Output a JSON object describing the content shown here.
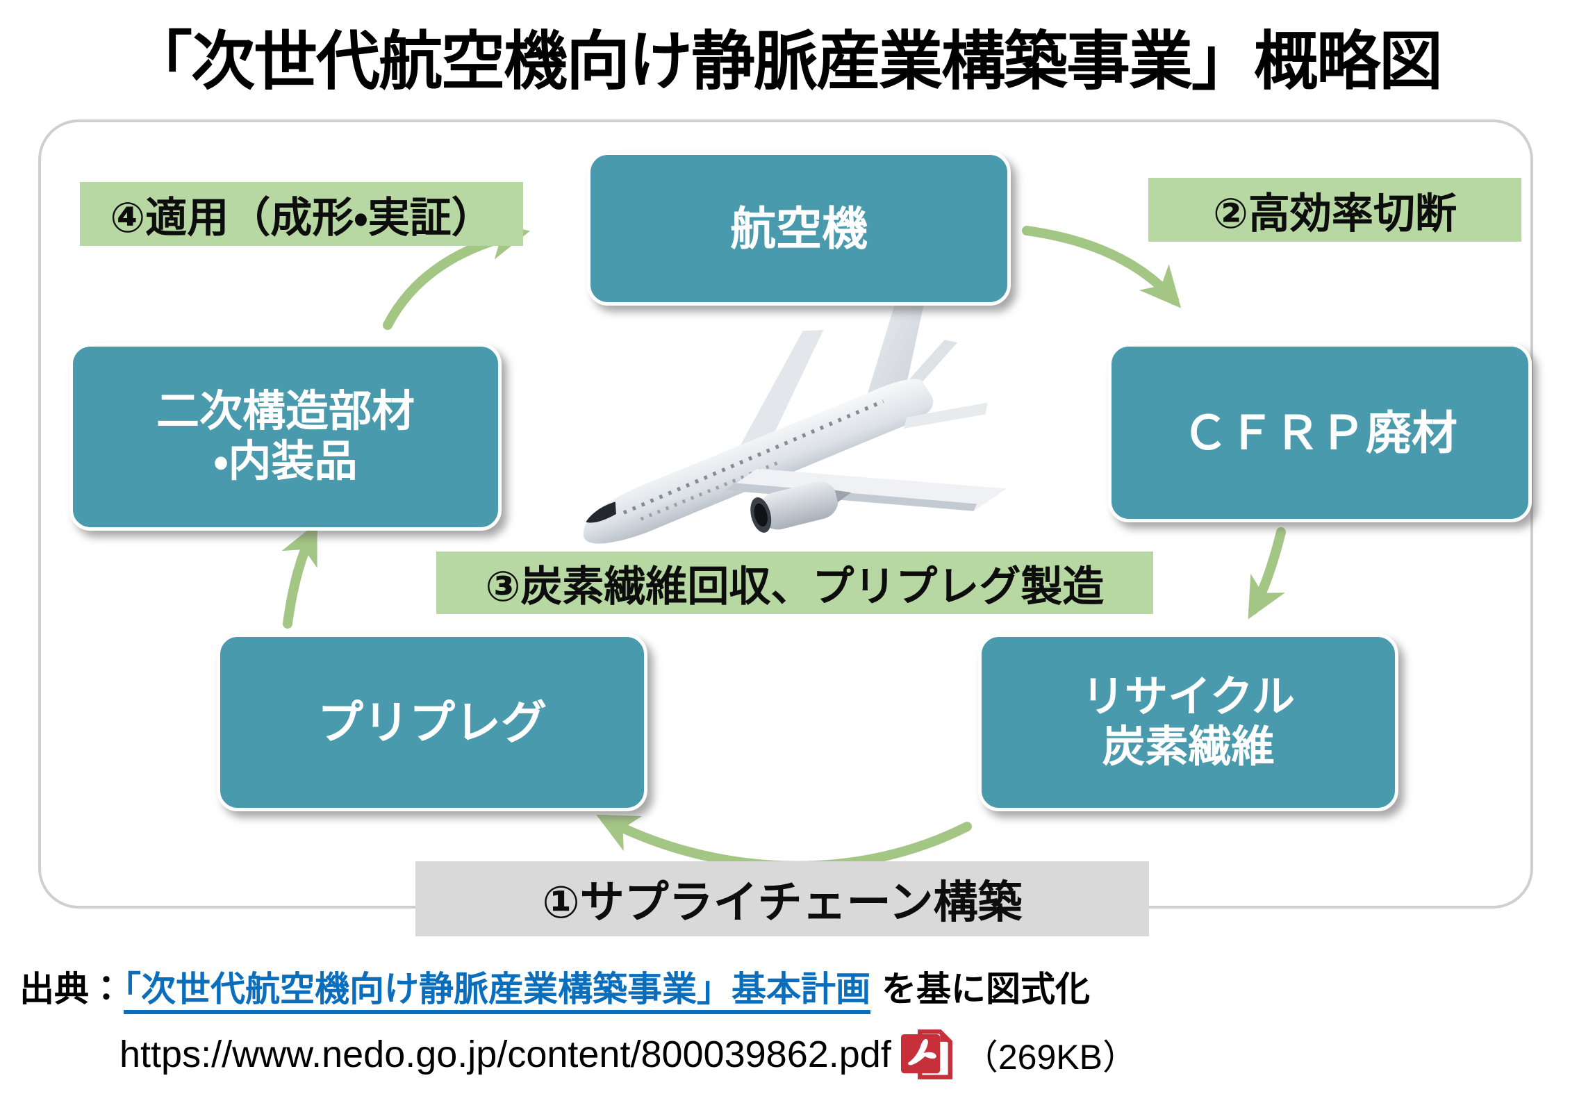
{
  "title": "「次世代航空機向け静脈産業構築事業」概略図",
  "diagram": {
    "nodes": {
      "aircraft": {
        "label": "航空機"
      },
      "cfrp_waste": {
        "label": "ＣＦＲＰ廃材"
      },
      "recycled_carbon_fiber": {
        "line1": "リサイクル",
        "line2": "炭素繊維"
      },
      "prepreg": {
        "label": "プリプレグ"
      },
      "secondary_parts": {
        "line1": "二次構造部材",
        "line2": "・内装品"
      }
    },
    "steps": {
      "supply_chain": "①サプライチェーン構築",
      "cutting": "②高効率切断",
      "recovery": "③炭素繊維回収、プリプレグ製造",
      "application": "④適用（成形・実証）"
    }
  },
  "colors": {
    "node_teal": "#4a9aad",
    "step_green": "#b7d8a2",
    "step_gray": "#d9d9d9",
    "arrow_green": "#a3c685",
    "frame_border": "#cfcfcf",
    "link_blue": "#0a6ebd",
    "pdf_red": "#c5303a"
  },
  "source": {
    "prefix": "出典：",
    "link_text": "「次世代航空機向け静脈産業構築事業」基本計画",
    "suffix": "を基に図式化",
    "url": "https://www.nedo.go.jp/content/800039862.pdf",
    "file_size": "（269KB）"
  }
}
